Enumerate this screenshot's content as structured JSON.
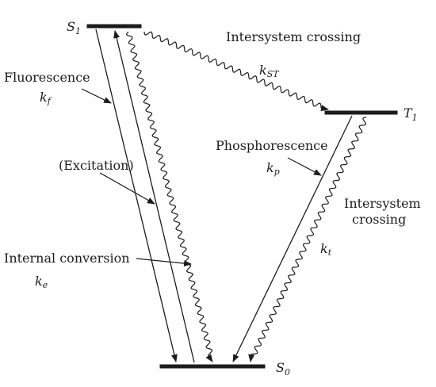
{
  "levels": {
    "s1": {
      "main": "S",
      "sub": "1"
    },
    "t1": {
      "main": "T",
      "sub": "1"
    },
    "s0": {
      "main": "S",
      "sub": "0"
    }
  },
  "labels": {
    "isc_top": "Intersystem crossing",
    "k_st": {
      "main": "k",
      "sub": "ST"
    },
    "fluorescence": "Fluorescence",
    "k_f": {
      "main": "k",
      "sub": "f"
    },
    "excitation": "(Excitation)",
    "phosphorescence": "Phosphorescence",
    "k_p": {
      "main": "k",
      "sub": "p"
    },
    "isc_right_1": "Intersystem",
    "isc_right_2": "crossing",
    "k_t": {
      "main": "k",
      "sub": "t"
    },
    "internal_conversion": "Internal conversion",
    "k_e": {
      "main": "k",
      "sub": "e"
    }
  }
}
